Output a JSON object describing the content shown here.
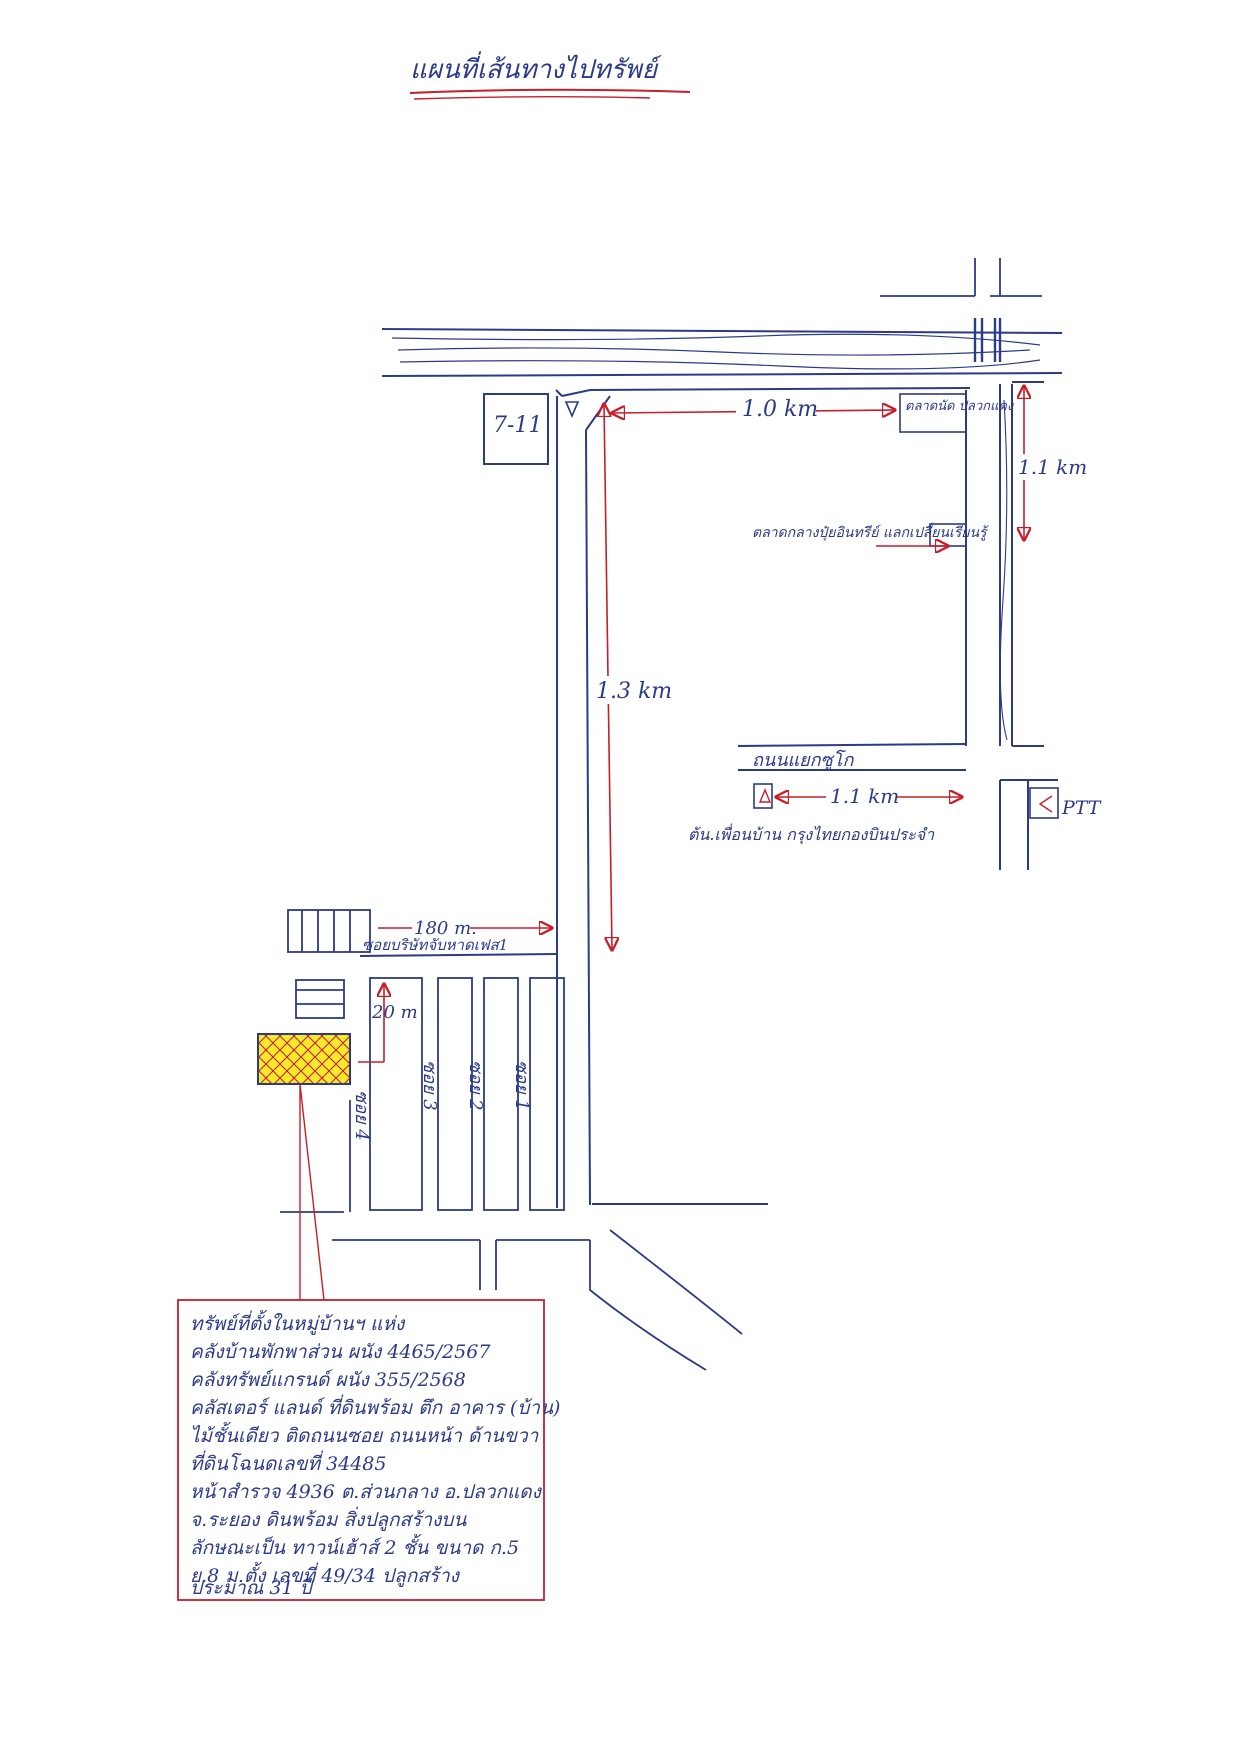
{
  "title": "แผนที่เส้นทางไปทรัพย์",
  "labels": {
    "seven_eleven": "7-11",
    "landmark_top_right": "ตลาดนัด ปลวกแดง",
    "landmark_mid": "ตลาดกลางปุ๋ยอินทรีย์ แลกเปลี่ยนเรียนรู้",
    "road_bottom_right": "ถนนแยกซูโก",
    "landmark_bottom": "ต้น.เพื่อนบ้าน กรุงไทยกองบินประจำ",
    "ptt": "PTT",
    "soi_name": "ซอยบริษัทจับหาดเฟส1",
    "soi_4": "ซอย 4",
    "soi_3": "ซอย 3",
    "soi_2": "ซอย 2",
    "soi_1": "ซอย 1"
  },
  "distances": {
    "top": "1.0 km",
    "right_vertical": "1.1 km",
    "main_road": "1.3 km",
    "bottom_right": "1.1 km",
    "to_soi": "180 m.",
    "to_plot": "20 m"
  },
  "note_lines": [
    "ทรัพย์ที่ตั้งในหมู่บ้านฯ แห่ง",
    "คลังบ้านพักพาส่วน ผนัง 4465/2567",
    "คลังทรัพย์แกรนด์ ผนัง 355/2568",
    "คลัสเตอร์ แลนด์ ที่ดินพร้อม ตึก อาคาร (บ้าน)",
    "ไม้ชั้นเดียว ติดถนนซอย ถนนหน้า ด้านขวา",
    "ที่ดินโฉนดเลขที่ 34485",
    "หน้าสำรวจ 4936 ต.ส่วนกลาง อ.ปลวกแดง",
    "จ.ระยอง ดินพร้อม สิ่งปลูกสร้างบน",
    "ลักษณะเป็น ทาวน์เฮ้าส์ 2 ชั้น ขนาด ก.5",
    "ย.8 ม.ตั้ง เลขที่ 49/34 ปลูกสร้าง",
    "ประมาณ 31 ปี"
  ],
  "colors": {
    "ink_blue": "#2c3a8a",
    "ink_red": "#c81e2a",
    "highlight_yellow": "#f5ea2a"
  }
}
